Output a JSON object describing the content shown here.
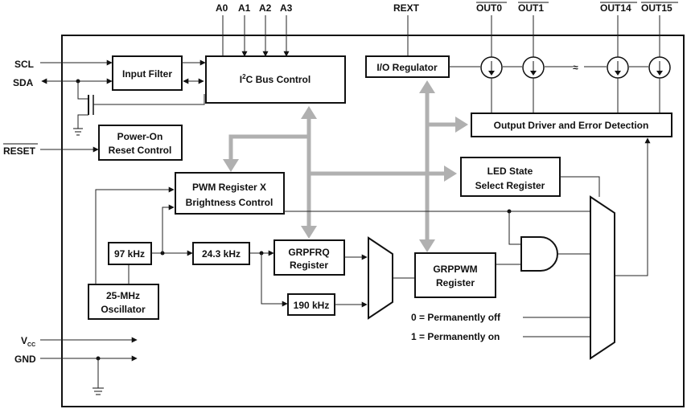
{
  "pins": {
    "a0": "A0",
    "a1": "A1",
    "a2": "A2",
    "a3": "A3",
    "rext": "REXT",
    "out0": "OUT0",
    "out1": "OUT1",
    "out14": "OUT14",
    "out15": "OUT15",
    "scl": "SCL",
    "sda": "SDA",
    "reset": "RESET",
    "vcc_main": "V",
    "vcc_sub": "CC",
    "gnd": "GND"
  },
  "blocks": {
    "input_filter": "Input Filter",
    "i2c_pre": "I",
    "i2c_sup": "2",
    "i2c_post": "C Bus Control",
    "io_regulator": "I/O Regulator",
    "output_driver": "Output Driver and Error Detection",
    "power_on_1": "Power-On",
    "power_on_2": "Reset Control",
    "led_state_1": "LED State",
    "led_state_2": "Select Register",
    "pwm_reg_1": "PWM Register X",
    "pwm_reg_2": "Brightness Control",
    "khz97": "97 kHz",
    "khz243": "24.3 kHz",
    "grpfrq_1": "GRPFRQ",
    "grpfrq_2": "Register",
    "grppwm_1": "GRPPWM",
    "grppwm_2": "Register",
    "khz190": "190 kHz",
    "osc_1": "25-MHz",
    "osc_2": "Oscillator"
  },
  "labels": {
    "perm_off": "0 = Permanently off",
    "perm_on": "1 = Permanently on"
  },
  "icons": {
    "current_sink": "current-sink-icon",
    "ground": "ground-icon",
    "and_gate": "and-gate-icon",
    "mux": "multiplexer-icon"
  },
  "colors": {
    "bus": "#b0b0b0",
    "line": "#111111"
  }
}
